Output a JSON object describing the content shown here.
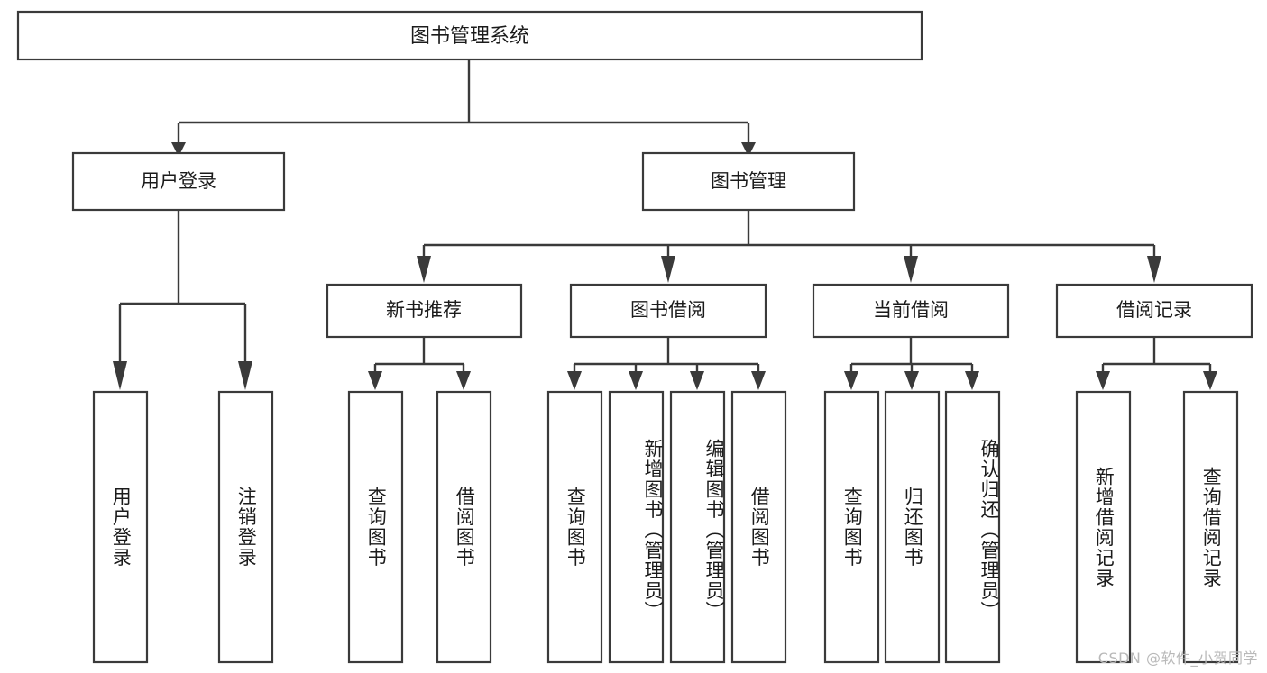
{
  "diagram": {
    "type": "tree",
    "title": "图书管理系统",
    "watermark": "CSDN @软件_小贺同学",
    "colors": {
      "stroke": "#3a3a3a",
      "fill": "#ffffff",
      "text": "#1b1b1b",
      "watermark": "#b9b9b9"
    },
    "levels": {
      "root": {
        "label": "图书管理系统"
      },
      "level2": [
        {
          "label": "用户登录"
        },
        {
          "label": "图书管理"
        }
      ],
      "level3": [
        {
          "label": "新书推荐"
        },
        {
          "label": "图书借阅"
        },
        {
          "label": "当前借阅"
        },
        {
          "label": "借阅记录"
        }
      ]
    },
    "nodes": {
      "root": "图书管理系统",
      "user_login": "用户登录",
      "book_manage": "图书管理",
      "new_book_recommend": "新书推荐",
      "book_borrow": "图书借阅",
      "current_borrow": "当前借阅",
      "borrow_record": "借阅记录"
    },
    "leaves": [
      {
        "key": "leaf-user-login",
        "label": "用户登录",
        "parent": "用户登录"
      },
      {
        "key": "leaf-logout-login",
        "label": "注销登录",
        "parent": "用户登录"
      },
      {
        "key": "leaf-query-book-1",
        "label": "查询图书",
        "parent": "新书推荐"
      },
      {
        "key": "leaf-borrow-book-1",
        "label": "借阅图书",
        "parent": "新书推荐"
      },
      {
        "key": "leaf-query-book-2",
        "label": "查询图书",
        "parent": "图书借阅"
      },
      {
        "key": "leaf-add-book",
        "label": "新增图书（管理员）",
        "parent": "图书借阅"
      },
      {
        "key": "leaf-edit-book",
        "label": "编辑图书（管理员）",
        "parent": "图书借阅"
      },
      {
        "key": "leaf-borrow-book-2",
        "label": "借阅图书",
        "parent": "图书借阅"
      },
      {
        "key": "leaf-query-book-3",
        "label": "查询图书",
        "parent": "当前借阅"
      },
      {
        "key": "leaf-return-book",
        "label": "归还图书",
        "parent": "当前借阅"
      },
      {
        "key": "leaf-confirm-return",
        "label": "确认归还（管理员）",
        "parent": "当前借阅"
      },
      {
        "key": "leaf-add-borrow-record",
        "label": "新增借阅记录",
        "parent": "借阅记录"
      },
      {
        "key": "leaf-query-borrow-record",
        "label": "查询借阅记录",
        "parent": "借阅记录"
      }
    ]
  }
}
